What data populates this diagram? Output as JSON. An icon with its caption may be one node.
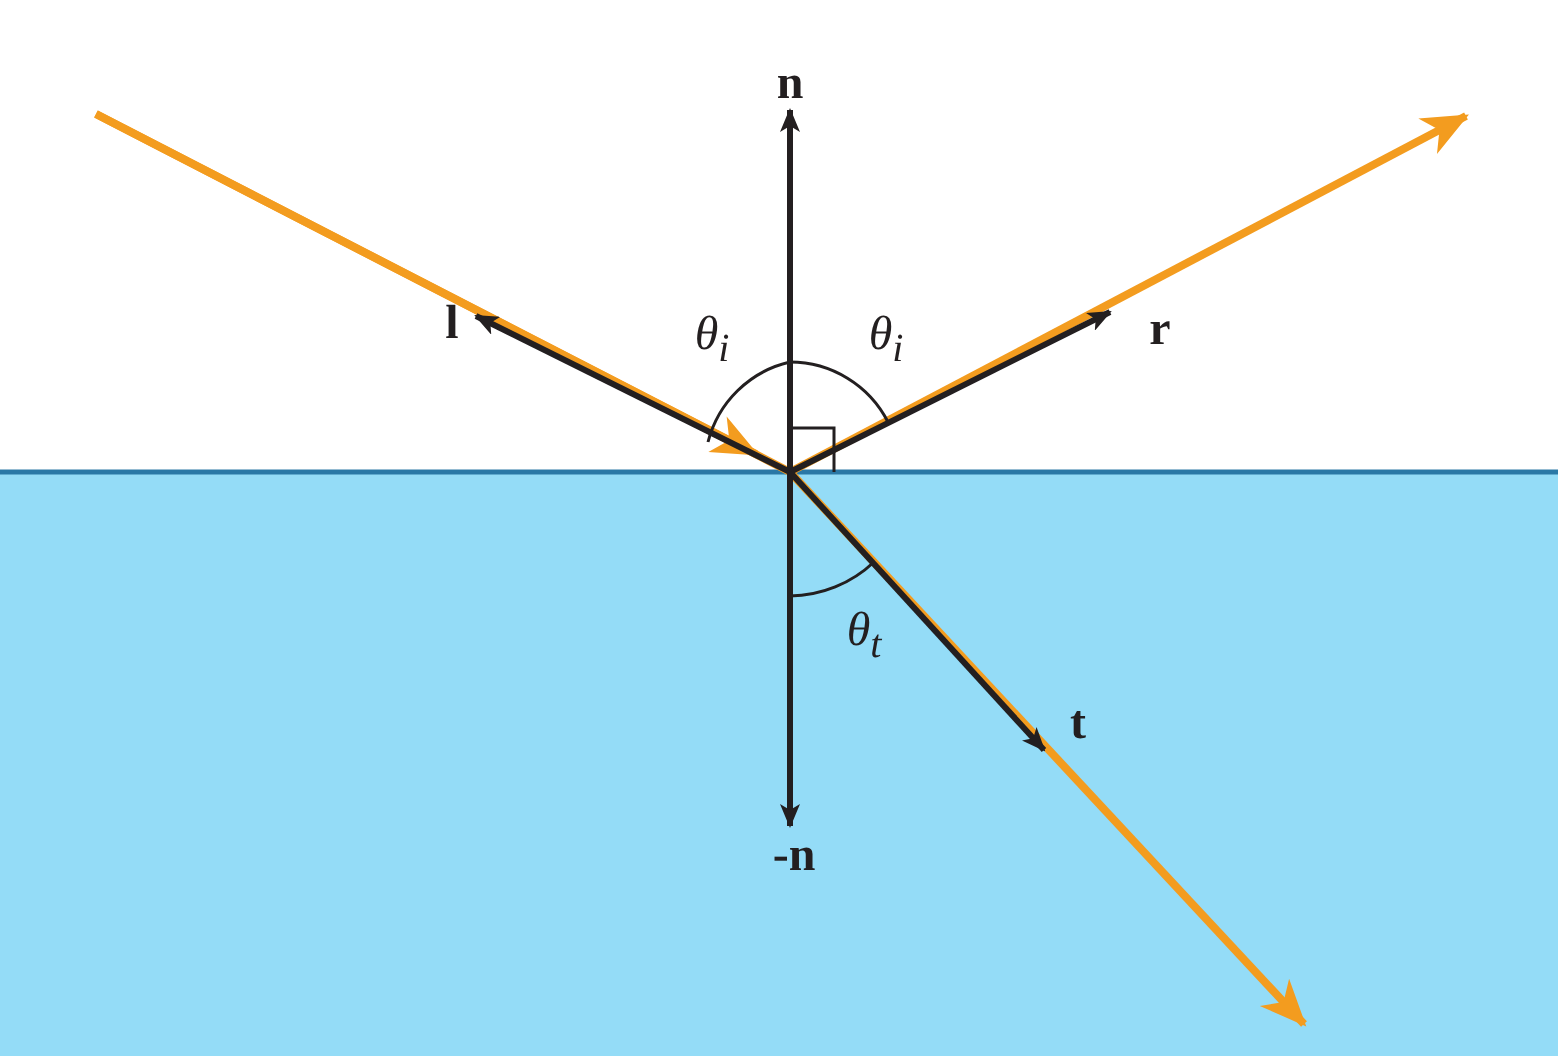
{
  "diagram": {
    "labels": [
      "n",
      "l",
      "θ$_{i}$",
      "θ$_{i}$",
      "r",
      "θ$_{t}$",
      "t",
      "-n"
    ]
  }
}
